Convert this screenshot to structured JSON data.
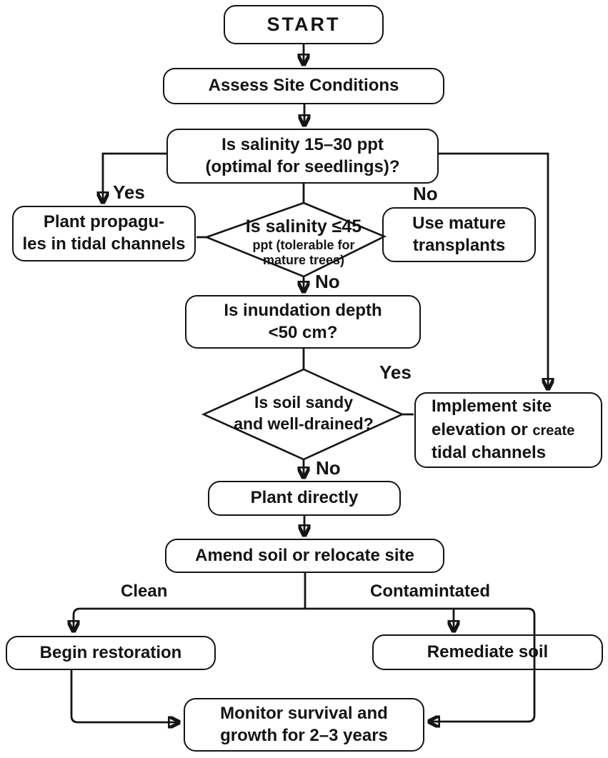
{
  "flowchart": {
    "nodes": {
      "start": {
        "label": "START"
      },
      "assess": {
        "label": "Assess Site Conditions"
      },
      "salinity_seedlings": {
        "line1": "Is salinity 15–30 ppt",
        "line2": "(optimal for seedlings)?"
      },
      "plant_propagules": {
        "line1": "Plant propagu-",
        "line2": "les in tidal channels"
      },
      "salinity_mature": {
        "line1": "Is salinity ≤45",
        "line2": "ppt (tolerable for",
        "line3": "mature trees)"
      },
      "use_mature": {
        "line1": "Use mature",
        "line2": "transplants"
      },
      "inundation": {
        "line1": "Is inundation depth",
        "line2": "<50 cm?"
      },
      "soil_sandy": {
        "line1": "Is soil sandy",
        "line2": "and well-drained?"
      },
      "implement_site": {
        "line1": "Implement site",
        "line2a": "elevation or ",
        "line2b": "create",
        "line3": "tidal channels"
      },
      "plant_directly": {
        "label": "Plant directly"
      },
      "amend_soil": {
        "label": "Amend soil or relocate site"
      },
      "begin_restoration": {
        "label": "Begin restoration"
      },
      "remediate_soil": {
        "label": "Remediate soil"
      },
      "monitor": {
        "line1": "Monitor survival and",
        "line2": "growth for 2–3 years"
      }
    },
    "edge_labels": {
      "yes_salinity": "Yes",
      "no_salinity": "No",
      "no_mature": "No",
      "yes_soil": "Yes",
      "no_soil": "No",
      "clean": "Clean",
      "contaminated": "Contamintated"
    },
    "colors": {
      "stroke": "#141414",
      "background": "#ffffff",
      "text": "#141414"
    }
  }
}
